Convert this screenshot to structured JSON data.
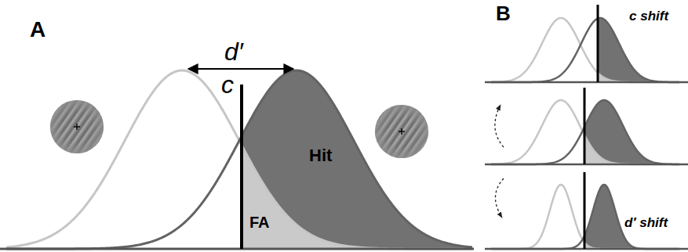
{
  "diagram": {
    "labels": [
      "A",
      "d′",
      "c",
      "Hit",
      "FA",
      "B",
      "c shift",
      "d′ shift"
    ]
  }
}
